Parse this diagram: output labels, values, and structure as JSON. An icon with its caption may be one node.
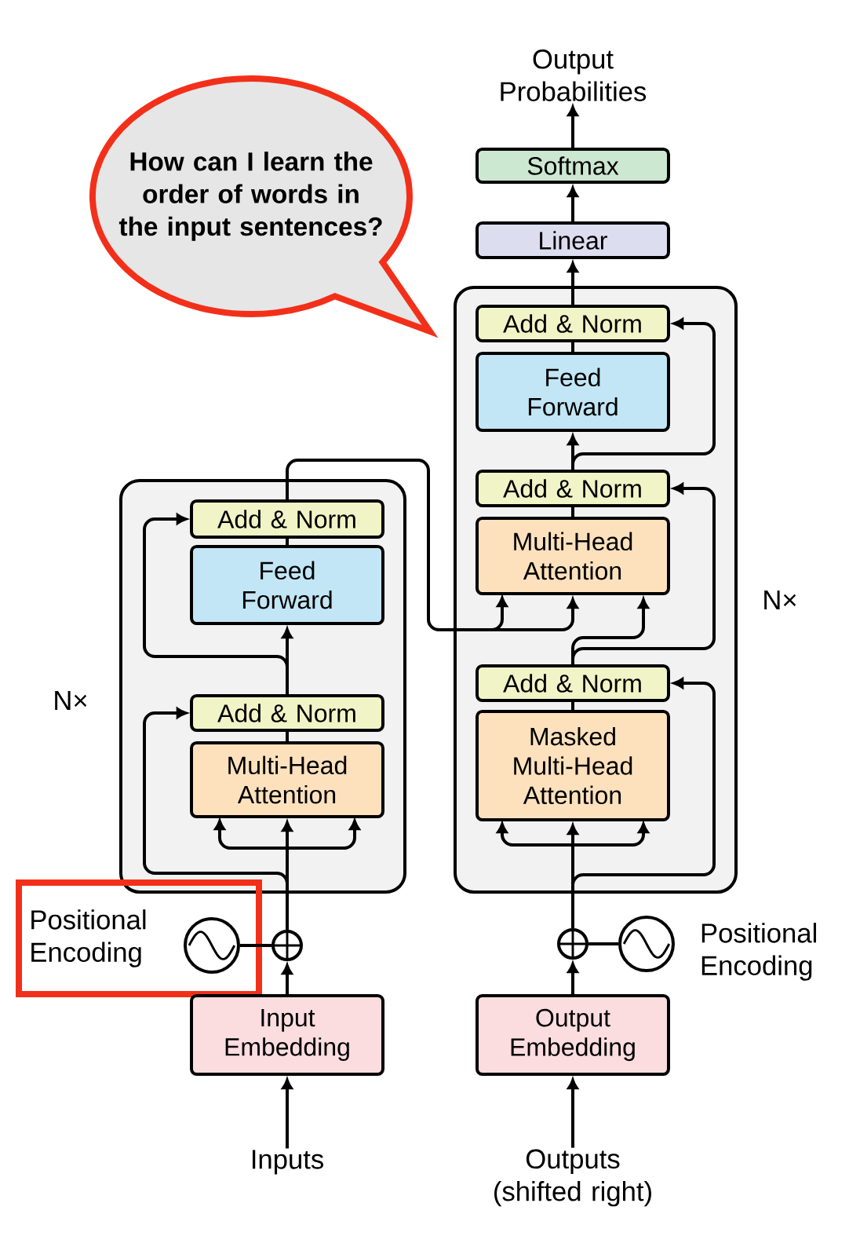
{
  "diagram": {
    "nodes": [
      {
        "text": [
          "How can I learn the order of words in the input sentences?"
        ]
      },
      {
        "text": [],
        "shape": "box",
        "beside": [
          "N×"
        ]
      },
      {
        "text": [
          "Add & Norm"
        ],
        "in": 1
      },
      {
        "text": [
          "Feed Forward"
        ],
        "in": 1
      },
      {
        "text": [
          "Add & Norm"
        ],
        "in": 1
      },
      {
        "text": [
          "Multi-Head Attention"
        ],
        "in": 1
      },
      {
        "text": [
          "Positional Encoding"
        ]
      },
      {
        "text": [],
        "shape": "circle",
        "in": 6
      },
      {
        "text": [],
        "shape": "circle"
      },
      {
        "text": [
          "Input Embedding"
        ]
      },
      {
        "text": [
          "Inputs"
        ]
      },
      {
        "text": [
          "Output Probabilities"
        ]
      },
      {
        "text": [
          "Softmax"
        ]
      },
      {
        "text": [
          "Linear"
        ]
      },
      {
        "text": [],
        "shape": "box",
        "beside": [
          "N×"
        ]
      },
      {
        "text": [
          "Add & Norm"
        ],
        "in": 14
      },
      {
        "text": [
          "Feed Forward"
        ],
        "in": 14
      },
      {
        "text": [
          "Add & Norm"
        ],
        "in": 14
      },
      {
        "text": [
          "Multi-Head Attention"
        ],
        "in": 14
      },
      {
        "text": [
          "Add & Norm"
        ],
        "in": 14
      },
      {
        "text": [
          "Masked Multi-Head Attention"
        ],
        "in": 14
      },
      {
        "text": [],
        "shape": "circle"
      },
      {
        "text": [],
        "shape": "circle"
      },
      {
        "text": [
          "Positional Encoding"
        ]
      },
      {
        "text": [
          "Output Embedding"
        ]
      },
      {
        "text": [
          "Outputs (shifted right)"
        ]
      }
    ],
    "edges": [
      {
        "from": 10,
        "to": 9,
        "arrow": "to"
      },
      {
        "from": 9,
        "to": 8,
        "arrow": "to"
      },
      {
        "from": 7,
        "to": 8,
        "arrow": "none"
      },
      {
        "from": 8,
        "to": 5,
        "arrow": "to"
      },
      {
        "from": 8,
        "to": 4,
        "arrow": "to"
      },
      {
        "from": 5,
        "to": 4,
        "arrow": "none"
      },
      {
        "from": 4,
        "to": 3,
        "arrow": "to"
      },
      {
        "from": 4,
        "to": 2,
        "arrow": "to"
      },
      {
        "from": 3,
        "to": 2,
        "arrow": "none"
      },
      {
        "from": 2,
        "to": 18,
        "arrow": "to"
      },
      {
        "from": 19,
        "to": 18,
        "arrow": "to"
      },
      {
        "from": 21,
        "to": 20,
        "arrow": "to"
      },
      {
        "from": 21,
        "to": 19,
        "arrow": "to"
      },
      {
        "from": 20,
        "to": 19,
        "arrow": "none"
      },
      {
        "from": 19,
        "to": 17,
        "arrow": "to"
      },
      {
        "from": 18,
        "to": 17,
        "arrow": "none"
      },
      {
        "from": 17,
        "to": 16,
        "arrow": "to"
      },
      {
        "from": 17,
        "to": 15,
        "arrow": "to"
      },
      {
        "from": 16,
        "to": 15,
        "arrow": "none"
      },
      {
        "from": 15,
        "to": 13,
        "arrow": "to"
      },
      {
        "from": 13,
        "to": 12,
        "arrow": "to"
      },
      {
        "from": 12,
        "to": 11,
        "arrow": "to"
      },
      {
        "from": 25,
        "to": 24,
        "arrow": "to"
      },
      {
        "from": 24,
        "to": 21,
        "arrow": "to"
      },
      {
        "from": 22,
        "to": 21,
        "arrow": "none"
      }
    ]
  }
}
